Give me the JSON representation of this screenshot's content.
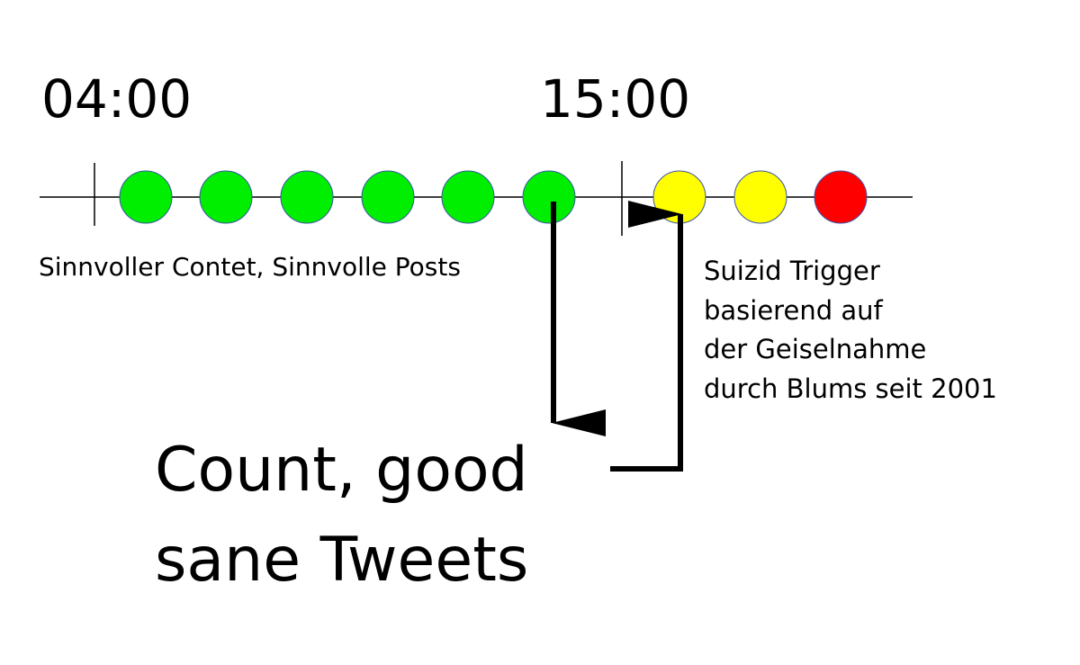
{
  "timeline": {
    "start_label": "04:00",
    "mid_label": "15:00",
    "caption": "Sinnvoller Contet, Sinnvolle Posts",
    "dots": [
      {
        "color": "#00ee00"
      },
      {
        "color": "#00ee00"
      },
      {
        "color": "#00ee00"
      },
      {
        "color": "#00ee00"
      },
      {
        "color": "#00ee00"
      },
      {
        "color": "#00ee00"
      },
      {
        "color": "#ffff00"
      },
      {
        "color": "#ffff00"
      },
      {
        "color": "#ff0000"
      }
    ]
  },
  "note": {
    "lines": [
      "Suizid Trigger",
      "basierend auf",
      "der Geiselnahme",
      "durch Blums seit 2001"
    ]
  },
  "callout": {
    "lines": [
      "Count, good",
      "sane Tweets"
    ]
  },
  "colors": {
    "stroke": "#000000",
    "dot_outline": "#3a55a8"
  }
}
